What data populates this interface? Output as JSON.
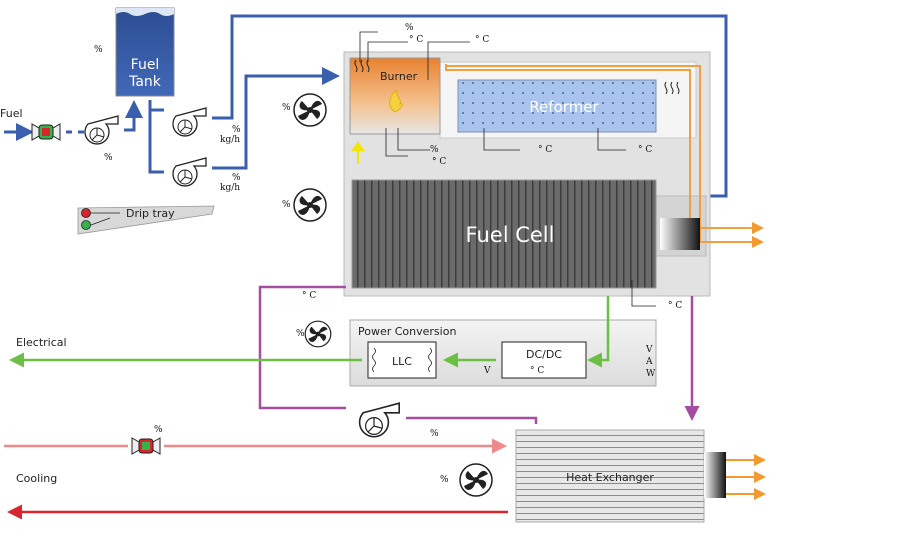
{
  "labels": {
    "fuel": "Fuel",
    "fuel_tank_line1": "Fuel",
    "fuel_tank_line2": "Tank",
    "burner": "Burner",
    "reformer": "Reformer",
    "fuel_cell": "Fuel Cell",
    "drip_tray": "Drip tray",
    "power_conversion": "Power Conversion",
    "llc": "LLC",
    "dcdc": "DC/DC",
    "electrical": "Electrical",
    "heat_exchanger": "Heat Exchanger",
    "cooling": "Cooling"
  },
  "units": {
    "percent": "%",
    "deg_c": "° C",
    "flow": "kg/h",
    "volt": "V",
    "amp": "A",
    "watt": "W"
  },
  "colors": {
    "fuel_line": "#3a5fad",
    "burner_gradient_top": "#e8812f",
    "reformer_fill": "#a9c4ec",
    "fuel_cell_fill": "#6b6b6b",
    "cathode_air": "#f0a040",
    "electrical": "#6cbf44",
    "coolant_loop": "#a34ea0",
    "cooling_in": "#f08a8a",
    "cooling_out": "#d9232d",
    "heat_arrow": "#f29a2e"
  },
  "icons": [
    "fan-icon",
    "pump-icon",
    "valve-icon",
    "flame-icon",
    "heater-coil-icon",
    "thermocouple-icon"
  ]
}
